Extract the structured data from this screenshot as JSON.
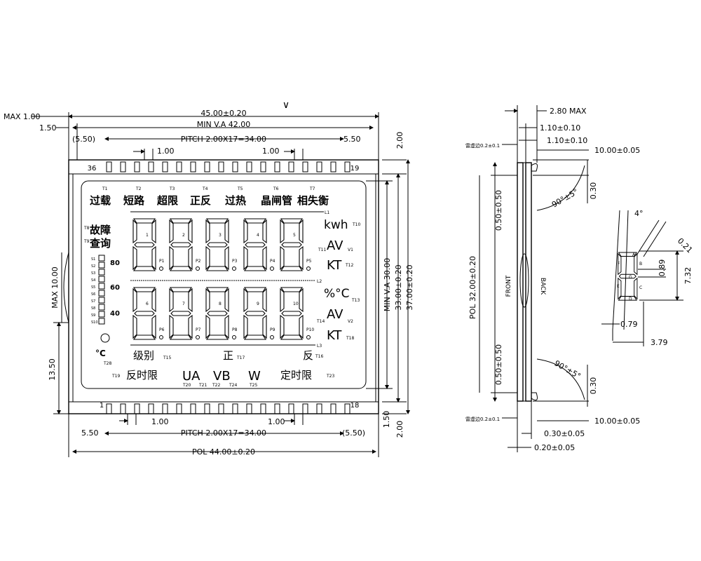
{
  "top_marker": "∨",
  "front": {
    "dims": {
      "max_1": "MAX 1.00",
      "w_45": "45.00±0.20",
      "d_150_top": "1.50",
      "min_va_42": "MIN V.A 42.00",
      "d_550_paren_top": "(5.50)",
      "pitch_top": "PITCH 2.00X17=34.00",
      "d_550_top": "5.50",
      "d_100_a": "1.00",
      "d_100_b": "1.00",
      "d_200_top": "2.00",
      "max_10": "MAX 10.00",
      "d_1350": "13.50",
      "min_va_30": "MIN V.A 30.00",
      "d_33": "33.00±0.20",
      "d_37": "37.00±0.20",
      "d_550_bot": "5.50",
      "d_100_c": "1.00",
      "pitch_bot": "PITCH 2.00X17=34.00",
      "d_100_d": "1.00",
      "d_550_paren_bot": "(5.50)",
      "d_150_bot": "1.50",
      "d_200_bot": "2.00",
      "pol_44": "POL 44.00±0.20"
    },
    "pins": {
      "p36": "36",
      "p19": "19",
      "p1": "1",
      "p18": "18"
    },
    "lcd": {
      "top_labels": [
        "过载",
        "短路",
        "超限",
        "正反",
        "过热",
        "晶闸管",
        "相失衡"
      ],
      "top_tags": [
        "T1",
        "T2",
        "T3",
        "T4",
        "T5",
        "T6",
        "T7"
      ],
      "fault_1": "故障",
      "fault_2": "查询",
      "fault_tag_1": "T8",
      "fault_tag_2": "T9",
      "bar_tags": [
        "S1",
        "S2",
        "S3",
        "S4",
        "S5",
        "S6",
        "S7",
        "S8",
        "S9",
        "S10"
      ],
      "temp_80": "80",
      "temp_60": "60",
      "temp_40": "40",
      "deg_c": "°C",
      "t28": "T28",
      "l1": "L1",
      "l2": "L2",
      "l3": "L3",
      "digit_nums_row1": [
        "1",
        "2",
        "3",
        "4",
        "5"
      ],
      "digit_nums_row2": [
        "6",
        "7",
        "8",
        "9",
        "10"
      ],
      "p_row1": [
        "P1",
        "P2",
        "P3",
        "P4",
        "P5"
      ],
      "p_row2": [
        "P6",
        "P7",
        "P8",
        "P9",
        "P10"
      ],
      "kwh": "kwh",
      "t10": "T10",
      "av1": "AV",
      "t11": "T11",
      "v1": "V1",
      "kt1": "KT",
      "t12": "T12",
      "pct_c": "%°C",
      "t13": "T13",
      "av2": "AV",
      "t14": "T14",
      "v2": "V2",
      "kt2": "KT",
      "t18": "T18",
      "level": "级别",
      "t15": "T15",
      "forward": "正",
      "t17": "T17",
      "reverse": "反",
      "t16": "T16",
      "t19": "T19",
      "inv_time": "反时限",
      "ua": "UA",
      "vb": "VB",
      "w": "W",
      "t20": "T20",
      "t21": "T21",
      "t22": "T22",
      "t24": "T24",
      "t25": "T25",
      "def_time": "定时限",
      "t23": "T23"
    }
  },
  "side": {
    "d_280": "2.80 MAX",
    "d_110_a": "1.10±0.10",
    "d_110_b": "1.10±0.10",
    "d_1000_top": "10.00±0.05",
    "edge_top": "雷虚边0.2±0.1",
    "ang_top": "90°±5°",
    "d_030_top": "0.30",
    "d_050_top": "0.50±0.50",
    "pol_32": "POL 32.00±0.20",
    "front": "FRONT",
    "back": "BACK",
    "d_050_bot": "0.50±0.50",
    "ang_bot": "90°±5°",
    "d_030_bot": "0.30",
    "edge_bot": "雷虚边0.2±0.1",
    "d_1000_bot": "10.00±0.05",
    "d_030_005": "0.30±0.05",
    "d_020_005": "0.20±0.05"
  },
  "detail": {
    "angle": "4°",
    "d_021": "0.21",
    "d_089": "0.89",
    "d_732": "7.32",
    "d_079": "0.79",
    "d_379": "3.79",
    "seg_a": "A",
    "seg_b": "B",
    "seg_c": "C",
    "seg_d": "D",
    "seg_e": "E",
    "seg_f": "F",
    "seg_g": "G"
  }
}
